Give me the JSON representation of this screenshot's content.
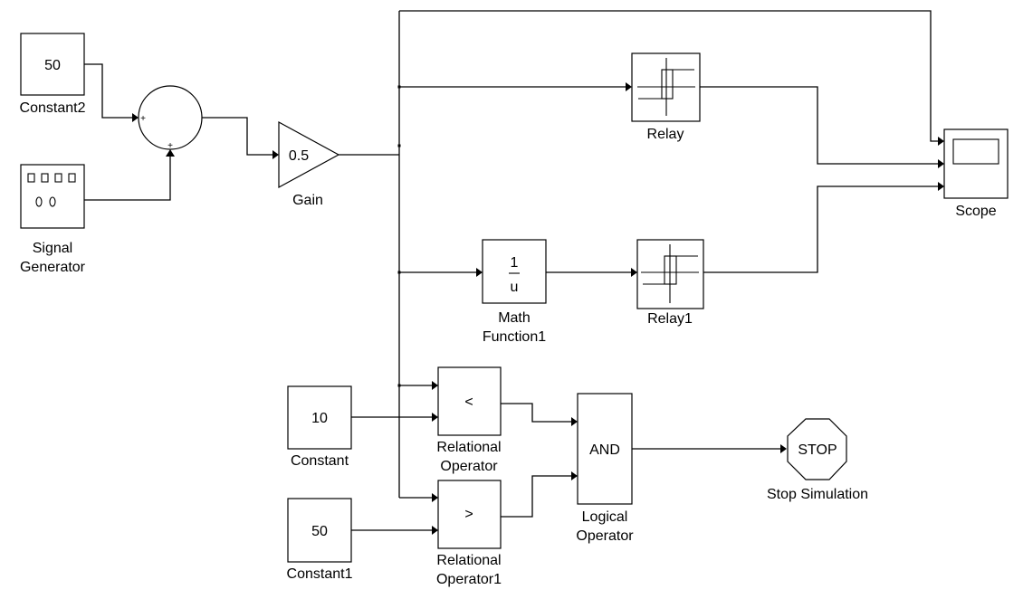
{
  "diagram": {
    "type": "simulink-block-diagram",
    "blocks": {
      "constant2": {
        "label": "Constant2",
        "value": "50"
      },
      "signal_generator": {
        "label_line1": "Signal",
        "label_line2": "Generator"
      },
      "sum": {
        "input_signs": [
          "+",
          "+"
        ]
      },
      "gain": {
        "label": "Gain",
        "value": "0.5"
      },
      "relay": {
        "label": "Relay"
      },
      "scope": {
        "label": "Scope"
      },
      "math_function1": {
        "label_line1": "Math",
        "label_line2": "Function1",
        "numerator": "1",
        "denominator": "u"
      },
      "relay1": {
        "label": "Relay1"
      },
      "constant": {
        "label": "Constant",
        "value": "10"
      },
      "constant1": {
        "label": "Constant1",
        "value": "50"
      },
      "relational_operator": {
        "label_line1": "Relational",
        "label_line2": "Operator",
        "operator": "<"
      },
      "relational_operator1": {
        "label_line1": "Relational",
        "label_line2": "Operator1",
        "operator": ">"
      },
      "logical_operator": {
        "label_line1": "Logical",
        "label_line2": "Operator",
        "operator": "AND"
      },
      "stop_simulation": {
        "label": "Stop Simulation",
        "text": "STOP"
      }
    },
    "connections": [
      {
        "from": "Constant2",
        "to": "Sum (input 1)"
      },
      {
        "from": "Signal Generator",
        "to": "Sum (input 2)"
      },
      {
        "from": "Sum",
        "to": "Gain"
      },
      {
        "from": "Gain",
        "to": "Scope (input 1)"
      },
      {
        "from": "Gain",
        "to": "Relay"
      },
      {
        "from": "Relay",
        "to": "Scope (input 2)"
      },
      {
        "from": "Gain",
        "to": "Math Function1"
      },
      {
        "from": "Math Function1",
        "to": "Relay1"
      },
      {
        "from": "Relay1",
        "to": "Scope (input 3)"
      },
      {
        "from": "Gain",
        "to": "Relational Operator (input 1)"
      },
      {
        "from": "Constant",
        "to": "Relational Operator (input 2)"
      },
      {
        "from": "Gain",
        "to": "Relational Operator1 (input 1)"
      },
      {
        "from": "Constant1",
        "to": "Relational Operator1 (input 2)"
      },
      {
        "from": "Relational Operator",
        "to": "Logical Operator (input 1)"
      },
      {
        "from": "Relational Operator1",
        "to": "Logical Operator (input 2)"
      },
      {
        "from": "Logical Operator",
        "to": "Stop Simulation"
      }
    ]
  }
}
